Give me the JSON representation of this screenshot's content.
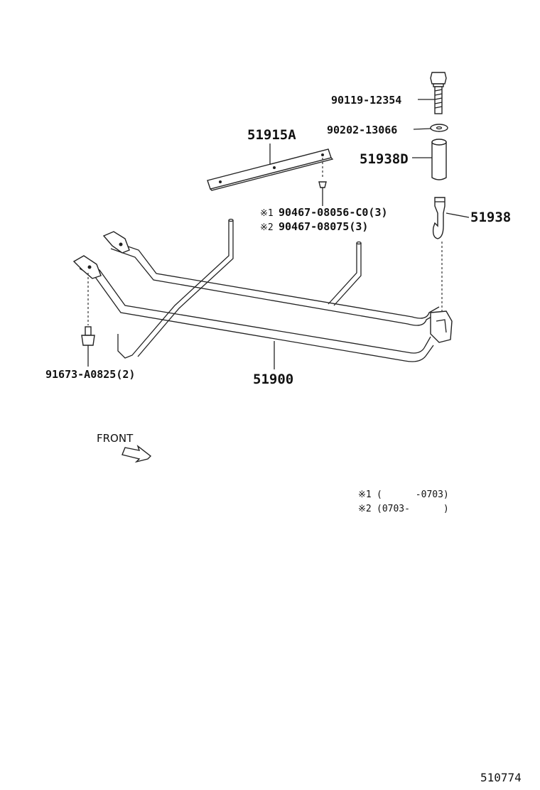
{
  "parts": {
    "bolt": "90119-12354",
    "washer": "90202-13066",
    "collar": "51938D",
    "hook": "51938",
    "plate": "51915A",
    "screw_1": "90467-08056-C0(3)",
    "screw_2": "90467-08075(3)",
    "mark_1": "※1",
    "mark_2": "※2",
    "front_bolt": "91673-A0825(2)",
    "carrier": "51900"
  },
  "front_label": "FRONT",
  "notes": [
    {
      "mark": "※1",
      "range": "(      -0703)"
    },
    {
      "mark": "※2",
      "range": "(0703-      )"
    }
  ],
  "diagram_number": "510774"
}
